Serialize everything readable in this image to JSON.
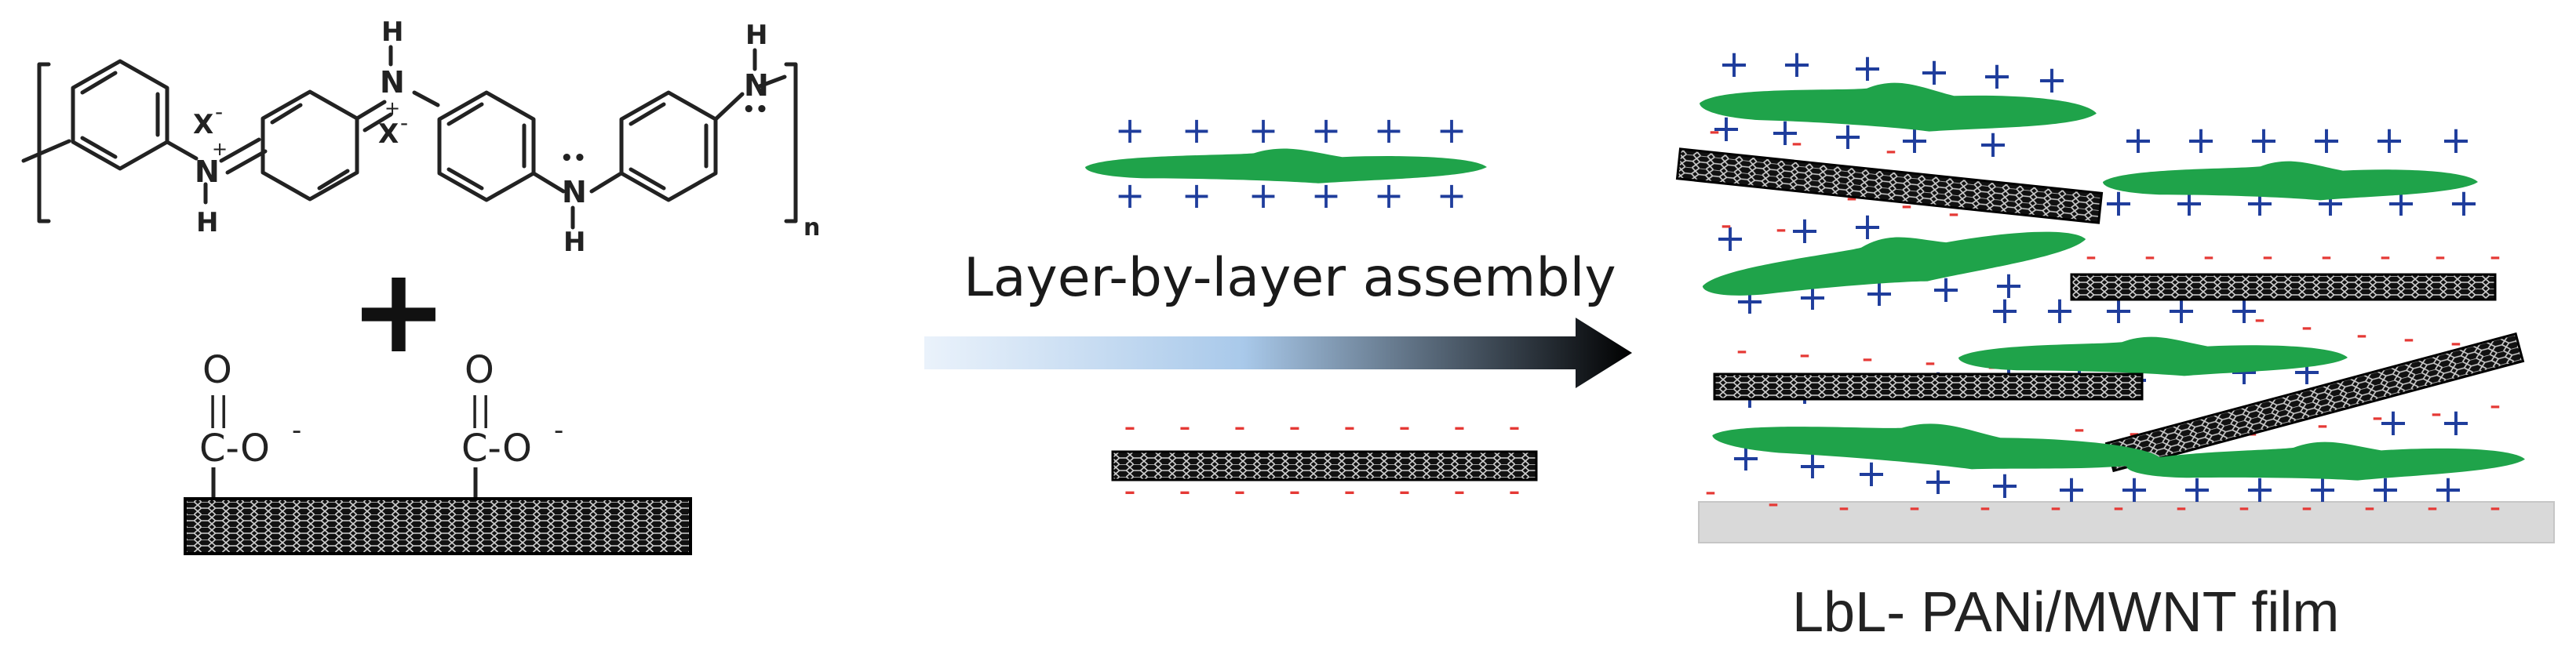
{
  "process": {
    "label": "Layer-by-layer assembly",
    "arrow_gradient": [
      "#eaf2fb",
      "#a9c9ea",
      "#000000"
    ]
  },
  "product": {
    "caption": "LbL- PANi/MWNT film"
  },
  "pani": {
    "atoms": {
      "n_left": "N",
      "n_left_charge": "+",
      "n_left_h": "H",
      "counterion_left": "X",
      "counterion_left_charge": "-",
      "n_mid": "N",
      "n_mid_charge": "+",
      "n_mid_h": "H",
      "counterion_mid": "X",
      "counterion_mid_charge": "-",
      "n_right1": "N",
      "n_right1_h": "H",
      "n_right1_lp": "••",
      "n_right2": "N",
      "n_right2_h": "H",
      "n_right2_lp": "••",
      "repeat_subscript": "n"
    }
  },
  "plus_sign": "+",
  "mwnt": {
    "carboxyl": [
      {
        "o": "O",
        "double_bond": "||",
        "group": "C-O",
        "charge": "-"
      },
      {
        "o": "O",
        "double_bond": "||",
        "group": "C-O",
        "charge": "-"
      }
    ]
  },
  "charges": {
    "positive": "+",
    "negative": "-"
  },
  "colors": {
    "polymer": "#1fa34a",
    "positive_charge": "#1f3d9c",
    "negative_charge": "#e53935",
    "nanotube": "#000000",
    "substrate": "#d9d9d9"
  }
}
